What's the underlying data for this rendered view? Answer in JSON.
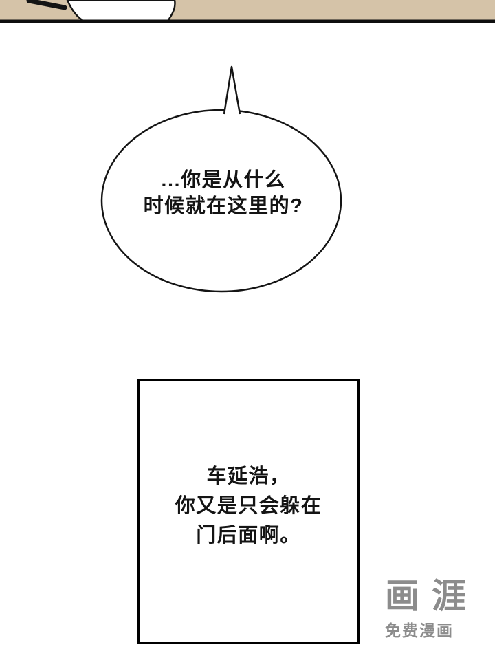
{
  "colors": {
    "background": "#ffffff",
    "ink": "#141414",
    "top_panel_tan": "#d5c3a8",
    "watermark_gray": "#8c8c8c"
  },
  "speech_bubble": {
    "lines": [
      "...你是从什么",
      "时候就在这里的?"
    ]
  },
  "caption_box": {
    "lines": [
      "车延浩，",
      "你又是只会躲在",
      "门后面啊。"
    ]
  },
  "watermark": {
    "logo_text": "画涯",
    "subtitle": "免费漫画"
  }
}
